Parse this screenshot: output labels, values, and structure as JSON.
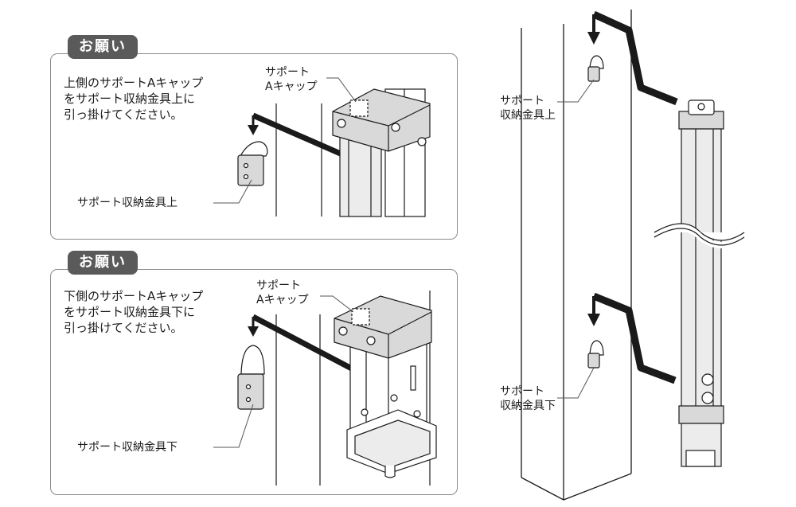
{
  "panel_top": {
    "tag": "お願い",
    "instruction": "上側のサポートAキャップ\nをサポート収納金具上に\n引っ掛けてください。",
    "cap_label": "サポート\nAキャップ",
    "bracket_label": "サポート収納金具上"
  },
  "panel_bottom": {
    "tag": "お願い",
    "instruction": "下側のサポートAキャップ\nをサポート収納金具下に\n引っ掛けてください。",
    "cap_label": "サポート\nAキャップ",
    "bracket_label": "サポート収納金具下"
  },
  "right_figure": {
    "label_upper": "サポート\n収納金具上",
    "label_lower": "サポート\n収納金具下"
  },
  "colors": {
    "tag_bg": "#5a5a5a",
    "line": "#1a1a1a",
    "metal": "#d9d9d9",
    "panel_border": "#8a8a8a"
  }
}
